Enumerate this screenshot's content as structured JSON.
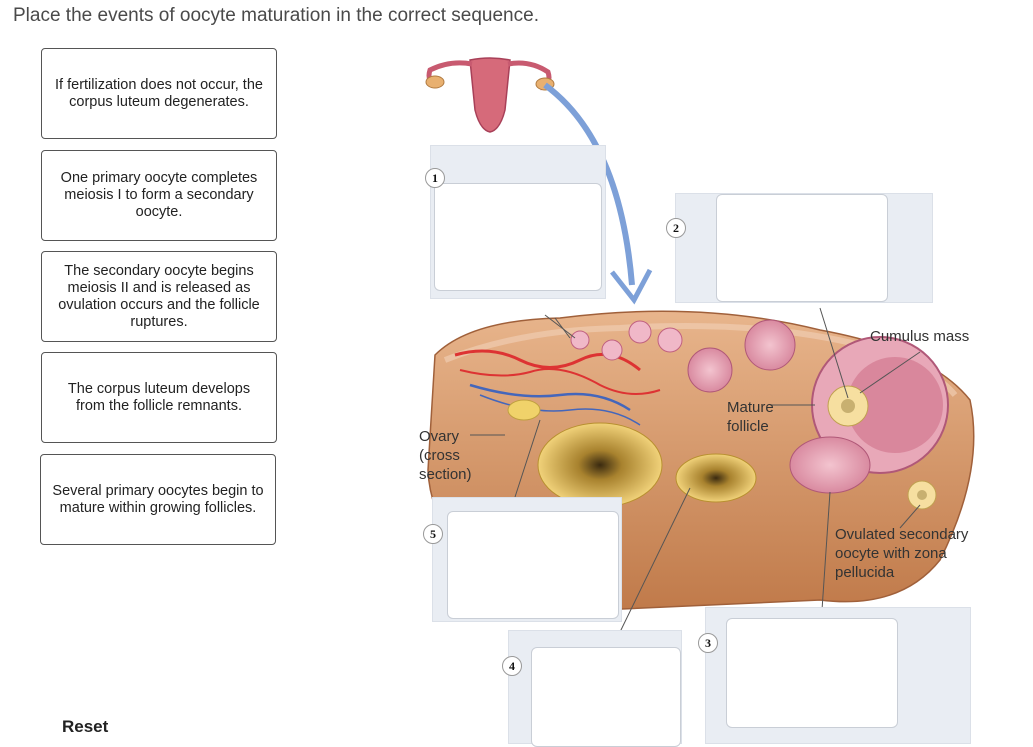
{
  "prompt": "Place the events of oocyte maturation in the correct sequence.",
  "cards": [
    {
      "text": "If fertilization does not occur, the corpus luteum degenerates."
    },
    {
      "text": "One primary oocyte completes meiosis I to form a secondary oocyte."
    },
    {
      "text": "The secondary oocyte begins meiosis II and is released as ovulation occurs and the follicle ruptures."
    },
    {
      "text": "The corpus luteum develops from the follicle remnants."
    },
    {
      "text": "Several primary oocytes begin to mature within growing follicles."
    }
  ],
  "reset_label": "Reset",
  "targets": [
    {
      "number": "1"
    },
    {
      "number": "2"
    },
    {
      "number": "3"
    },
    {
      "number": "4"
    },
    {
      "number": "5"
    }
  ],
  "labels": {
    "cumulus": "Cumulus mass",
    "mature1": "Mature",
    "mature2": "follicle",
    "ovary1": "Ovary",
    "ovary2": "(cross",
    "ovary3": "section)",
    "ovulated1": "Ovulated secondary",
    "ovulated2": "oocyte with zona",
    "ovulated3": "pellucida"
  }
}
